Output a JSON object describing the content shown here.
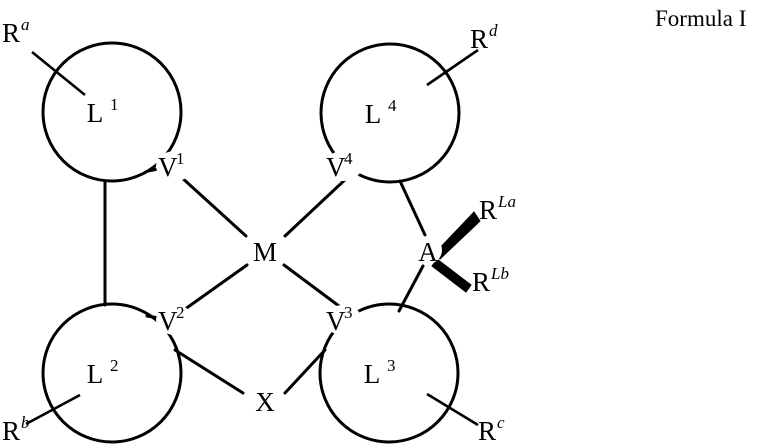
{
  "document": {
    "caption": "Formula I",
    "kind": "chemical-structure-diagram"
  },
  "structure": {
    "center_atom": {
      "label": "M",
      "name": "metal-center"
    },
    "bridge_atom": {
      "label": "X",
      "name": "bridging-group"
    },
    "ancillary_atom": {
      "label": "A",
      "name": "ancillary-atom"
    },
    "rings": [
      {
        "label": "L",
        "superscript": "1",
        "name": "ligand-ring-1"
      },
      {
        "label": "L",
        "superscript": "2",
        "name": "ligand-ring-2"
      },
      {
        "label": "L",
        "superscript": "3",
        "name": "ligand-ring-3"
      },
      {
        "label": "L",
        "superscript": "4",
        "name": "ligand-ring-4"
      }
    ],
    "vertices": [
      {
        "label": "V",
        "superscript": "1",
        "name": "vertex-v1"
      },
      {
        "label": "V",
        "superscript": "2",
        "name": "vertex-v2"
      },
      {
        "label": "V",
        "superscript": "3",
        "name": "vertex-v3"
      },
      {
        "label": "V",
        "superscript": "4",
        "name": "vertex-v4"
      }
    ],
    "substituents": [
      {
        "label": "R",
        "superscript": "a",
        "name": "substituent-ra"
      },
      {
        "label": "R",
        "superscript": "b",
        "name": "substituent-rb"
      },
      {
        "label": "R",
        "superscript": "c",
        "name": "substituent-rc"
      },
      {
        "label": "R",
        "superscript": "d",
        "name": "substituent-rd"
      },
      {
        "label": "R",
        "superscript": "La",
        "name": "substituent-rla"
      },
      {
        "label": "R",
        "superscript": "Lb",
        "name": "substituent-rlb"
      }
    ]
  },
  "colors": {
    "ink": "#000000",
    "background": "#ffffff"
  }
}
